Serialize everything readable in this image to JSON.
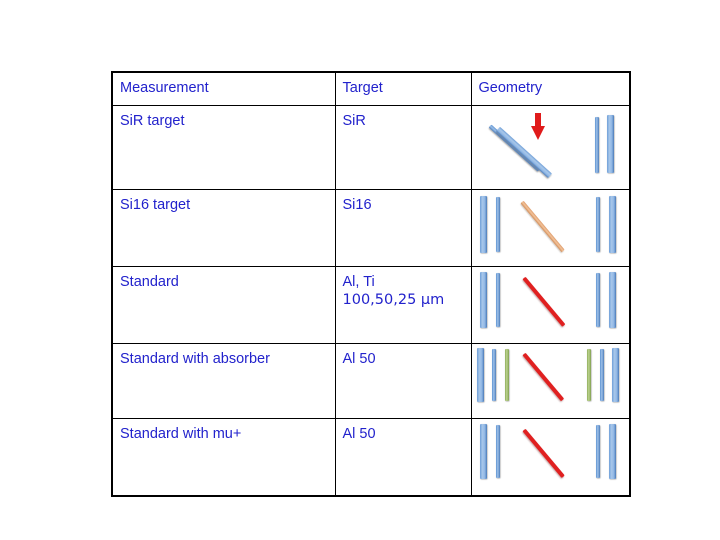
{
  "table": {
    "headers": [
      "Measurement",
      "Target",
      "Geometry"
    ],
    "rows": [
      {
        "measurement": "SiR target",
        "target": "SiR",
        "target_line2": "",
        "geometry_description": "two tilted blue detector bars with red downward beam arrow and two vertical blue bars"
      },
      {
        "measurement": "Si16 target",
        "target": "Si16",
        "target_line2": "",
        "geometry_description": "two vertical blue bars at left and right with orange diagonal target in center"
      },
      {
        "measurement": "Standard",
        "target": "Al, Ti",
        "target_line2": "100,50,25 μm",
        "geometry_description": "two vertical blue bars at left and right with red diagonal target in center"
      },
      {
        "measurement": "Standard with absorber",
        "target": "Al 50",
        "target_line2": "",
        "geometry_description": "blue, blue and green absorber bars each side with red diagonal target in center"
      },
      {
        "measurement": "Standard with mu+",
        "target": "Al 50",
        "target_line2": "",
        "geometry_description": "two vertical blue bars at left and right with red diagonal target in center"
      }
    ]
  },
  "colors": {
    "text_blue": "#2222CC",
    "border_black": "#000000",
    "bar_blue": "#6f9fd8",
    "bar_blue_light": "#a9c8ea",
    "absorber_green": "#8fae5c",
    "target_orange": "#e8a87c",
    "beam_red": "#e02020",
    "page_background": "#ffffff"
  },
  "icons": {
    "beam_arrow": "red-down-arrow-icon",
    "detector_bar": "detector-bar-icon",
    "absorber_bar": "absorber-bar-icon",
    "target_foil": "target-foil-icon"
  }
}
